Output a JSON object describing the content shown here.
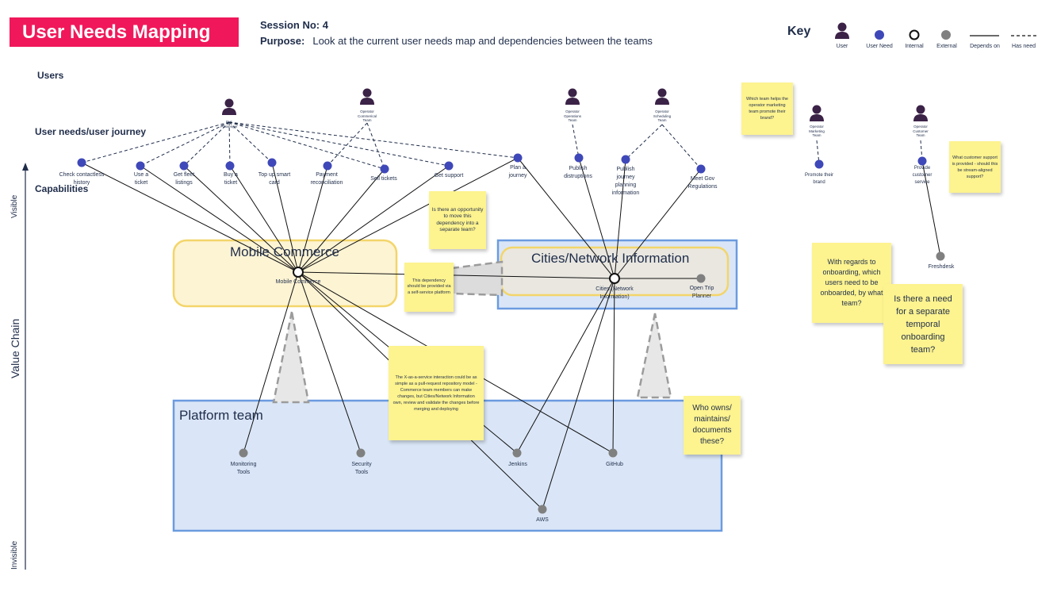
{
  "header": {
    "title": "User Needs Mapping",
    "session": "Session No: 4",
    "purpose_label": "Purpose:",
    "purpose_text": "Look at the current user needs map and dependencies between the teams"
  },
  "key": {
    "title": "Key",
    "user": "User",
    "user_need": "User Need",
    "internal": "Internal",
    "external": "External",
    "depends_on": "Depends on",
    "has_need": "Has need"
  },
  "sections": {
    "users": "Users",
    "user_needs": "User needs/user journey",
    "capabilities": "Capabilities"
  },
  "axis": {
    "value_chain": "Value Chain",
    "visible": "Visible",
    "invisible": "Invisible"
  },
  "users": {
    "bus_passenger": "Bus Passenger",
    "operator_commercial": "Operator Commerical Team",
    "operator_operations": "Operator Operations Team",
    "operator_scheduling": "Operator Scheduling Team",
    "operator_marketing": "Operator Marketing Team",
    "operator_customer": "Operator Customer Team"
  },
  "needs": {
    "check_contactless": "Check contactless history",
    "use_ticket": "Use a ticket",
    "fleet_listings": "Get fleet listings",
    "buy_ticket": "Buy a ticket",
    "top_up": "Top up smart card",
    "payment_reconciliation": "Payment reconciliation",
    "sell_tickets": "Sell tickets",
    "get_support": "Get support",
    "plan_journey": "Plan a journey",
    "publish_disruptions": "Publish distruptions",
    "publish_journey": "Publish journey planning information",
    "meet_gov": "Meet Gov Regulations",
    "promote_brand": "Promote their brand",
    "provide_support": "Provide customer service"
  },
  "components": {
    "mobile_commerce": "Mobile Commerce",
    "cities": "Cities (Network Information)",
    "open_trip_planner": "Open Trip Planner",
    "freshdesk": "Freshdesk",
    "monitoring_tools": "Monitoring Tools",
    "security_tools": "Security Tools",
    "jenkins": "Jenkins",
    "github": "GitHub",
    "aws": "AWS"
  },
  "regions": {
    "mobile_commerce": "Mobile Commerce",
    "cities_network": "Cities/Network Information",
    "platform_team": "Platform team"
  },
  "notes": {
    "separate_team": "Is there an opportunity to move this dependency into a separate team?",
    "self_service": "This dependency should be provided via a self-service platform",
    "x_as_a_service": "The X-as-a-service interaction could be as simple as a pull-request repository model - Commerce team members can make changes, but Cities/Network Information own, review and validate the changes before merging and deploying",
    "who_owns": "Who owns/ maintains/ documents these?",
    "marketing_team": "Which team helps the operator marketing team promote their brand?",
    "customer_support": "What customer support is provided - should this be stream-aligned support?",
    "onboarding": "With regards to onboarding, which users need to be onboarded, by what team?",
    "temporal_team": "Is there a need for a separate temporal onboarding team?"
  },
  "colors": {
    "banner": "#f0185a",
    "user": "#3b2247",
    "need": "#3f48b8",
    "external": "#808080",
    "note": "#fdf38f",
    "commerce_fill": "#fdf4d4",
    "commerce_border": "#f3d56a",
    "platform_fill": "#dae6f7",
    "platform_border": "#6b9be0"
  }
}
